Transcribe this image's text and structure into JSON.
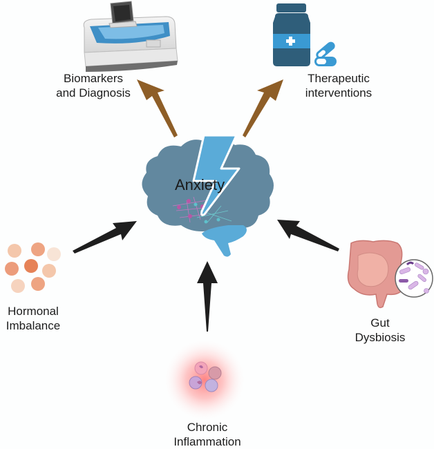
{
  "title": "Anxiety",
  "nodes": {
    "biomarkers": {
      "line1": "Biomarkers",
      "line2": "and Diagnosis",
      "icon": "lab-analyzer-icon",
      "direction": "outward"
    },
    "therapeutic": {
      "line1": "Therapeutic",
      "line2": "interventions",
      "icon": "medicine-bottle-pills-icon",
      "direction": "outward"
    },
    "hormonal": {
      "line1": "Hormonal",
      "line2": "Imbalance",
      "icon": "hormone-cells-icon",
      "direction": "inward"
    },
    "gut": {
      "line1": "Gut",
      "line2": "Dysbiosis",
      "icon": "intestine-bacteria-icon",
      "direction": "inward"
    },
    "inflammation": {
      "line1": "Chronic",
      "line2": "Inflammation",
      "icon": "immune-cells-icon",
      "direction": "inward"
    }
  },
  "colors": {
    "outward_arrow": "#8e5e27",
    "inward_arrow": "#1e1e1e",
    "brain": "#62889f",
    "lightning": "#5aabd8"
  }
}
